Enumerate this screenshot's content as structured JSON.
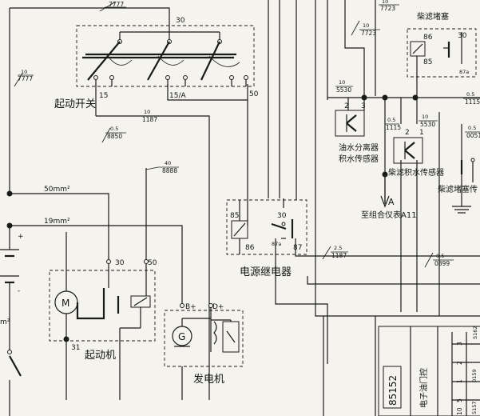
{
  "labels": {
    "start_switch": "起动开关",
    "power_relay": "电源继电器",
    "starter": "起动机",
    "alternator": "发电机",
    "diesel_filter_clog": "柴滤堵塞",
    "water_separator_1": "油水分离器",
    "water_separator_2": "积水传感器",
    "diesel_filter_water_sensor": "柴滤积水传感器",
    "diesel_filter_clog_sensor": "柴滤堵塞传",
    "to_dashboard": "至组合仪表A11",
    "ecu_partial": "电子油门控",
    "module_85152": "85152"
  },
  "terminals": {
    "sw_30": "30",
    "sw_15": "15",
    "sw_15a": "15/A",
    "sw_50": "50",
    "st_30": "30",
    "st_50": "50",
    "st_31": "31",
    "rl_85": "85",
    "rl_86": "86",
    "rl_87a": "87a",
    "rl_87": "87",
    "rl_30": "30",
    "gen_b": "B+",
    "gen_d": "D+",
    "fr_86": "86",
    "fr_30": "30",
    "fr_85": "85",
    "fr_87a": "87a",
    "ws_2": "2",
    "ws_3": "3",
    "fs_2": "2",
    "fs_1": "1",
    "arrow_a": "A",
    "plus": "+",
    "minus": "-",
    "m2_left": "m²",
    "mod_3": "3",
    "mod_2": "2",
    "mod_1": "1",
    "mod_5": "5",
    "mod_10": "10"
  },
  "wires": {
    "w_top": {
      "size": "",
      "code": "7777"
    },
    "w_left": {
      "size": "10",
      "code": "7777"
    },
    "w_1187a": {
      "size": "10",
      "code": "1187"
    },
    "w_8850": {
      "size": "0.5",
      "code": "8850"
    },
    "w_8888": {
      "size": "40",
      "code": "8888"
    },
    "w_50mm": {
      "size": "50mm²",
      "code": ""
    },
    "w_19mm": {
      "size": "19mm²",
      "code": ""
    },
    "w_7723a": {
      "size": "10",
      "code": "7723"
    },
    "w_7723b": {
      "size": "10",
      "code": "7723"
    },
    "w_5530a": {
      "size": "10",
      "code": "5530"
    },
    "w_1115a": {
      "size": "0.5",
      "code": "1115"
    },
    "w_5530b": {
      "size": "10",
      "code": "5530"
    },
    "w_1115b": {
      "size": "0.5",
      "code": "1115"
    },
    "w_0051": {
      "size": "0.5",
      "code": "0051"
    },
    "w_1187b": {
      "size": "2.5",
      "code": "1187"
    },
    "w_0899": {
      "size": "0.5",
      "code": "0899"
    },
    "w_0159": {
      "size": "",
      "code": "0159"
    },
    "w_5157": {
      "size": "",
      "code": "5157"
    },
    "w_5162": {
      "size": "",
      "code": "5162"
    }
  },
  "colors": {
    "ink": "#1a1a1a",
    "paper": "#f4f3ee"
  }
}
